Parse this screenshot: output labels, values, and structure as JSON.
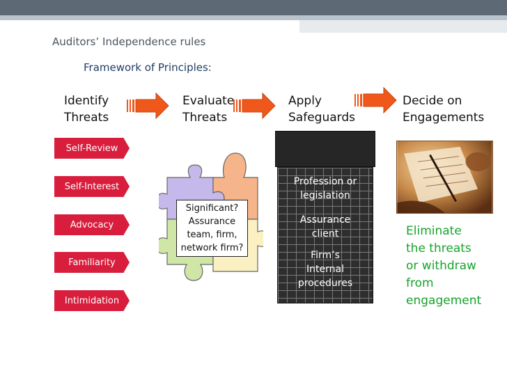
{
  "header": {
    "title": "Auditors’ Independence rules",
    "subtitle": "Framework of Principles:"
  },
  "stages": [
    {
      "line1": "Identify",
      "line2": "Threats"
    },
    {
      "line1": "Evaluate",
      "line2": "Threats"
    },
    {
      "line1": "Apply",
      "line2": "Safeguards"
    },
    {
      "line1": "Decide on",
      "line2": "Engagements"
    }
  ],
  "threats": [
    "Self-Review",
    "Self-Interest",
    "Advocacy",
    "Familiarity",
    "Intimidation"
  ],
  "evaluate": {
    "question_lines": [
      "Significant?",
      "Assurance",
      "team, firm,",
      "network firm?"
    ]
  },
  "safeguards": {
    "items": [
      {
        "line1": "Profession or",
        "line2": "legislation"
      },
      {
        "line1": "Assurance",
        "line2": "client"
      },
      {
        "line1": "Firm’s",
        "line2": "Internal",
        "line3": "procedures"
      }
    ]
  },
  "decision": {
    "lines": [
      "Eliminate",
      "the threats",
      "or withdraw",
      "from",
      "engagement"
    ]
  },
  "colors": {
    "threat_box": "#d91d3c",
    "arrow": "#f0581b",
    "decision_text": "#17a32c",
    "puzzle_purple": "#c4b9ea",
    "puzzle_orange": "#f6b48a",
    "puzzle_green": "#cfe6a7",
    "puzzle_yellow": "#faf0c2"
  }
}
